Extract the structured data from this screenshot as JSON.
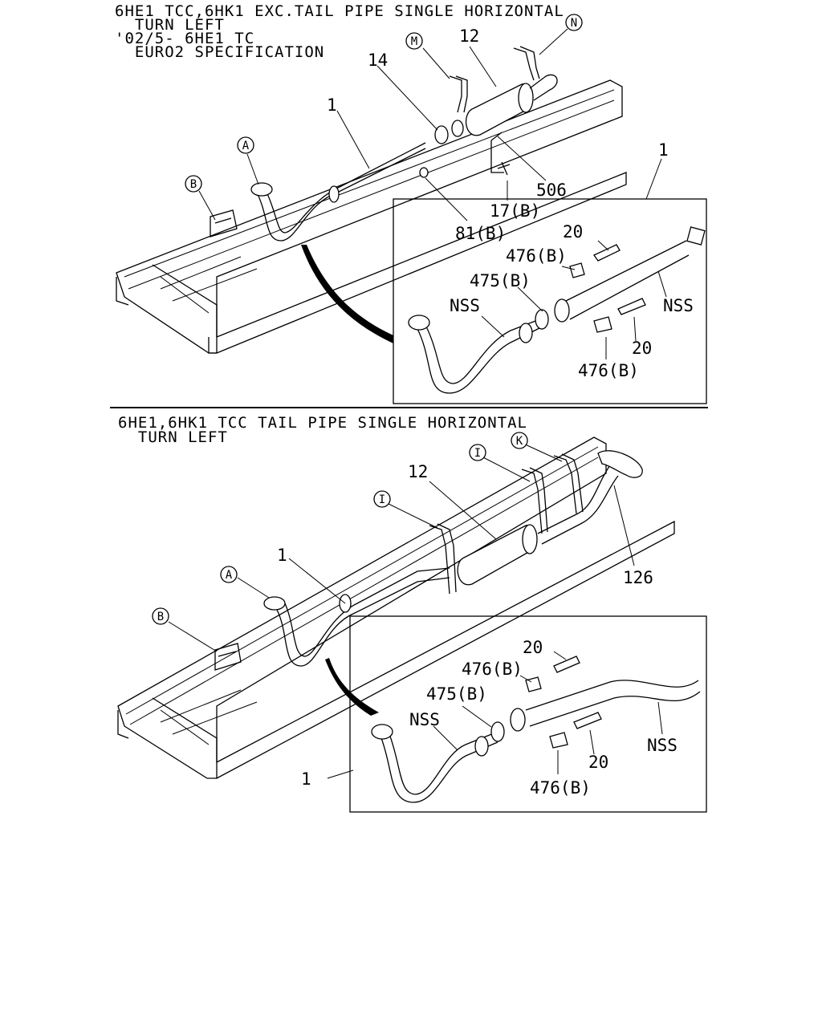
{
  "top_section": {
    "header_lines": [
      "6HE1 TCC,6HK1 EXC.TAIL PIPE SINGLE HORIZONTAL",
      "  TURN LEFT",
      "'02/5- 6HE1 TC",
      "  EURO2 SPECIFICATION"
    ],
    "labels": {
      "p12": "12",
      "p14": "14",
      "p1a": "1",
      "p1b": "1",
      "p506": "506",
      "p17b": "17(B)",
      "p81b": "81(B)",
      "p20a": "20",
      "p476a": "476(B)",
      "p475": "475(B)",
      "nss_a": "NSS",
      "nss_b": "NSS",
      "p20b": "20",
      "p476b": "476(B)"
    },
    "callouts": {
      "A": "A",
      "B": "B",
      "M": "M",
      "N": "N"
    }
  },
  "bottom_section": {
    "header_lines": [
      "6HE1,6HK1 TCC TAIL PIPE SINGLE HORIZONTAL",
      "  TURN LEFT"
    ],
    "labels": {
      "p12": "12",
      "p1a": "1",
      "p126": "126",
      "p20a": "20",
      "p476a": "476(B)",
      "p475": "475(B)",
      "nss_a": "NSS",
      "nss_b": "NSS",
      "p20b": "20",
      "p476b": "476(B)",
      "p1b": "1"
    },
    "callouts": {
      "A": "A",
      "B": "B",
      "I1": "I",
      "I2": "I",
      "K": "K"
    }
  }
}
